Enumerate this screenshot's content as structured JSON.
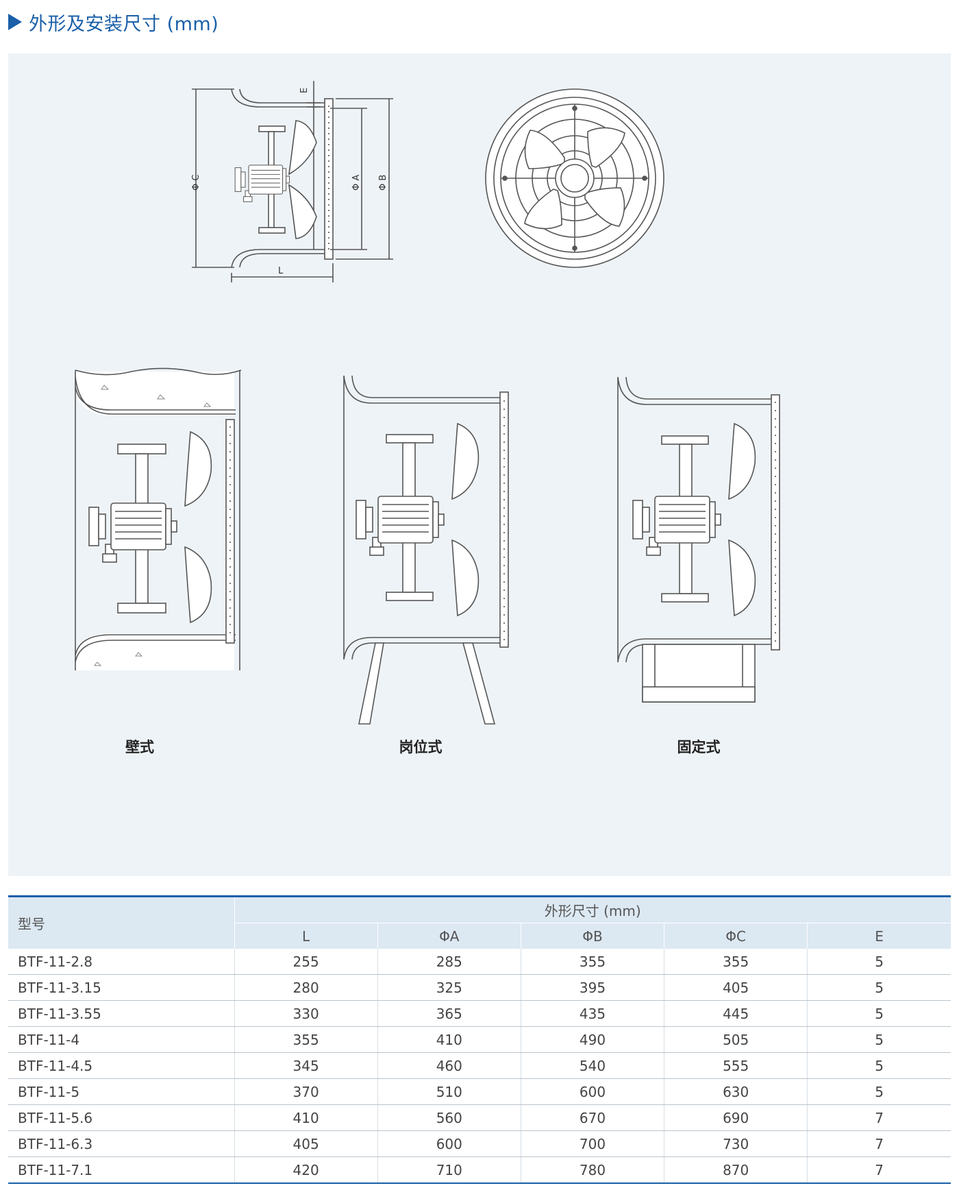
{
  "header": {
    "title": "外形及安装尺寸 (mm)"
  },
  "drawing": {
    "dim_labels": {
      "E": "E",
      "phiA": "Φ A",
      "phiB": "Φ B",
      "phiC": "Φ C",
      "L": "L"
    },
    "captions": [
      "壁式",
      "岗位式",
      "固定式"
    ],
    "colors": {
      "line": "#555555",
      "fill": "#ffffff",
      "panel": "#eef3f7"
    }
  },
  "table": {
    "model_header": "型号",
    "group_header": "外形尺寸 (mm)",
    "columns": [
      "L",
      "ΦA",
      "ΦB",
      "ΦC",
      "E"
    ],
    "rows": [
      [
        "BTF-11-2.8",
        "255",
        "285",
        "355",
        "355",
        "5"
      ],
      [
        "BTF-11-3.15",
        "280",
        "325",
        "395",
        "405",
        "5"
      ],
      [
        "BTF-11-3.55",
        "330",
        "365",
        "435",
        "445",
        "5"
      ],
      [
        "BTF-11-4",
        "355",
        "410",
        "490",
        "505",
        "5"
      ],
      [
        "BTF-11-4.5",
        "345",
        "460",
        "540",
        "555",
        "5"
      ],
      [
        "BTF-11-5",
        "370",
        "510",
        "600",
        "630",
        "5"
      ],
      [
        "BTF-11-5.6",
        "410",
        "560",
        "670",
        "690",
        "7"
      ],
      [
        "BTF-11-6.3",
        "405",
        "600",
        "700",
        "730",
        "7"
      ],
      [
        "BTF-11-7.1",
        "420",
        "710",
        "780",
        "870",
        "7"
      ]
    ]
  }
}
